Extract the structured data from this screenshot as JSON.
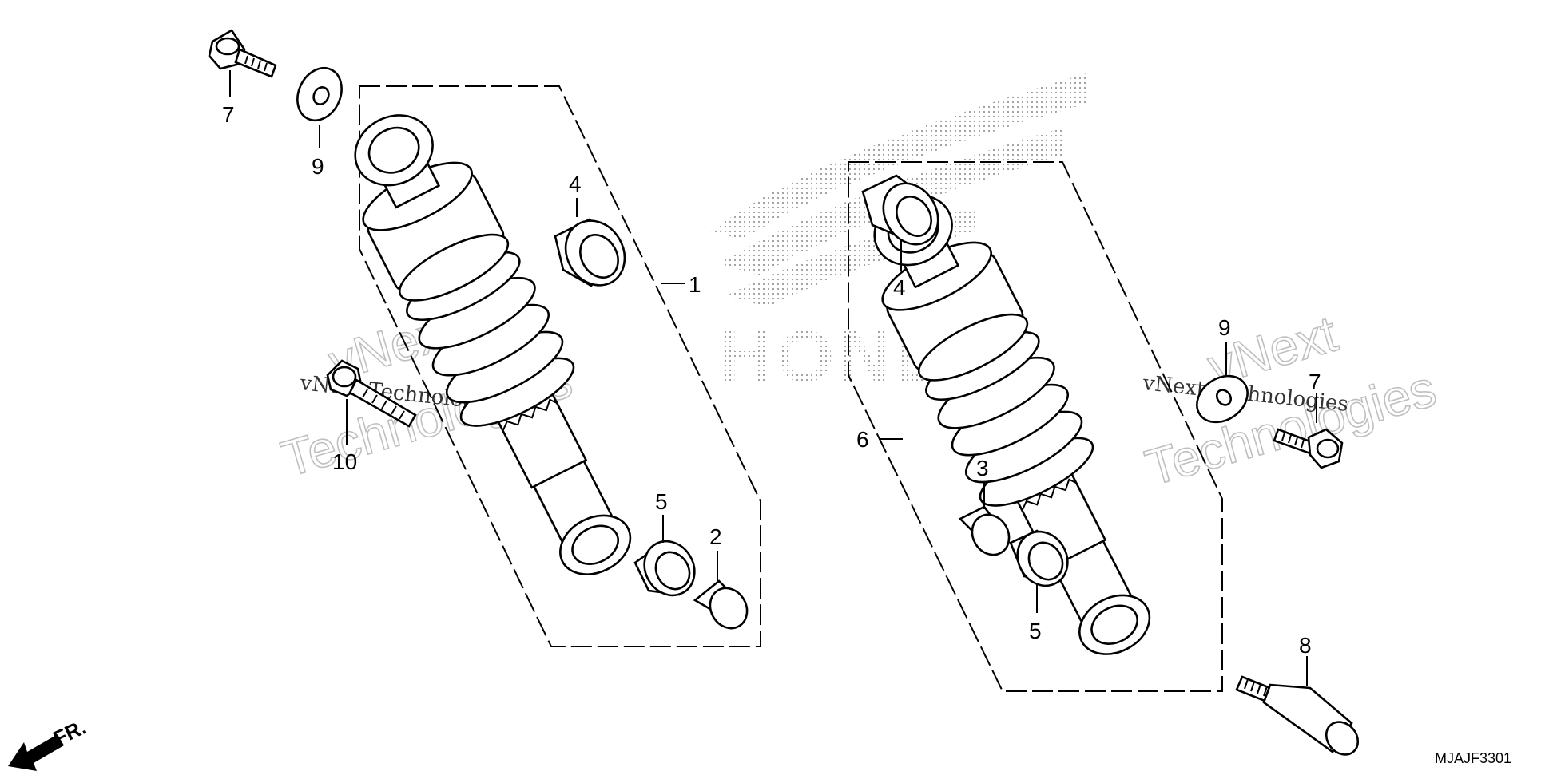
{
  "diagram": {
    "catalog_code": "MJAJF3301",
    "direction_label": "FR.",
    "watermark": {
      "line1": "vNext",
      "line2": "Technologies",
      "inline": "vNext Technologies"
    },
    "brand_watermark": "HONDA",
    "callouts": {
      "c1": "1",
      "c2": "2",
      "c3": "3",
      "c4a": "4",
      "c4b": "4",
      "c5a": "5",
      "c5b": "5",
      "c6": "6",
      "c7a": "7",
      "c7b": "7",
      "c8": "8",
      "c9a": "9",
      "c9b": "9",
      "c10": "10"
    }
  }
}
